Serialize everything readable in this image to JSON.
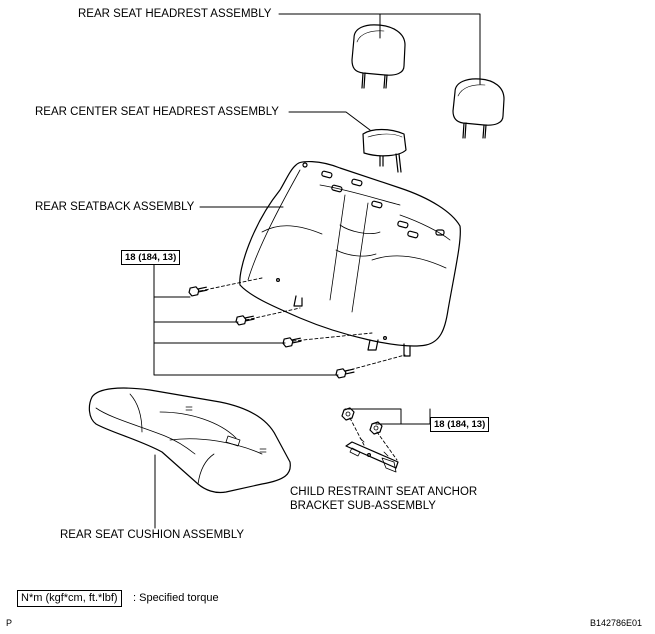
{
  "labels": {
    "rear_seat_headrest": "REAR SEAT HEADREST ASSEMBLY",
    "rear_center_seat_headrest": "REAR CENTER SEAT HEADREST ASSEMBLY",
    "rear_seatback": "REAR SEATBACK ASSEMBLY",
    "rear_seat_cushion": "REAR SEAT CUSHION ASSEMBLY",
    "child_restraint_line1": "CHILD RESTRAINT SEAT ANCHOR",
    "child_restraint_line2": "BRACKET SUB-ASSEMBLY"
  },
  "torque": {
    "seatback_bolts": "18 (184, 13)",
    "bracket_bolts": "18 (184, 13)"
  },
  "legend": {
    "unit_box": "N*m (kgf*cm, ft.*lbf)",
    "description": ": Specified torque"
  },
  "footer": {
    "left_mark": "P",
    "figure_id": "B142786E01"
  }
}
